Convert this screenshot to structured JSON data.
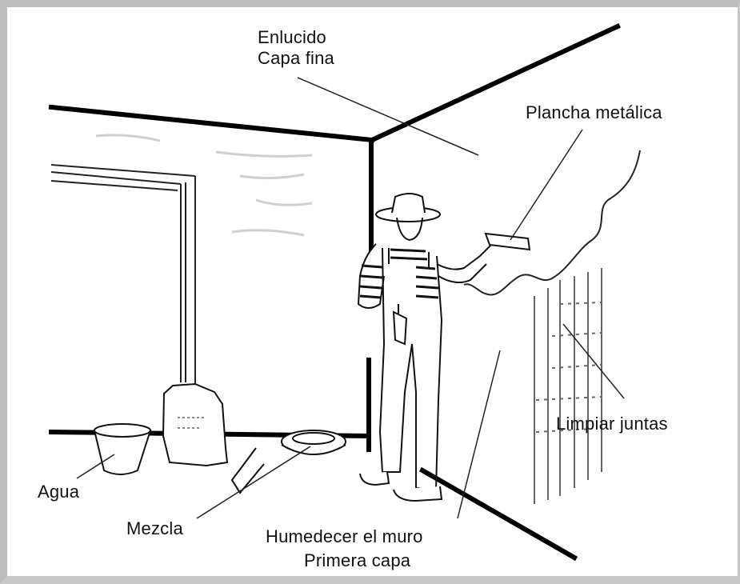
{
  "labels": {
    "enlucido": "Enlucido",
    "capa_fina": "Capa fina",
    "plancha": "Plancha metálica",
    "limpiar": "Limpiar juntas",
    "agua": "Agua",
    "mezcla": "Mezcla",
    "humedecer": "Humedecer el muro",
    "primera_capa": "Primera capa"
  },
  "colors": {
    "ink": "#111111",
    "frame": "#bdbdbd",
    "background": "#ffffff"
  }
}
